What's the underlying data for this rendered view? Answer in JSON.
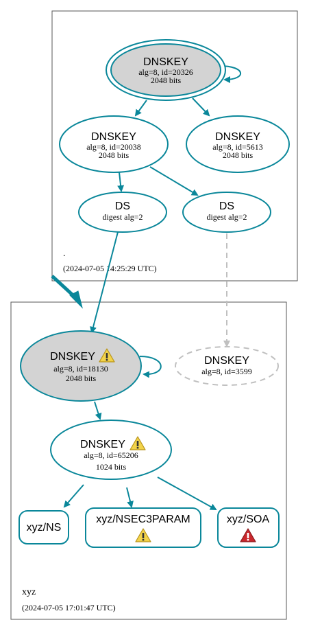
{
  "root_zone": {
    "name": ".",
    "timestamp": "(2024-07-05 14:25:29 UTC)"
  },
  "xyz_zone": {
    "name": "xyz",
    "timestamp": "(2024-07-05 17:01:47 UTC)"
  },
  "nodes": {
    "root_ksk": {
      "title": "DNSKEY",
      "line1": "alg=8, id=20326",
      "line2": "2048 bits"
    },
    "root_zsk1": {
      "title": "DNSKEY",
      "line1": "alg=8, id=20038",
      "line2": "2048 bits"
    },
    "root_zsk2": {
      "title": "DNSKEY",
      "line1": "alg=8, id=5613",
      "line2": "2048 bits"
    },
    "ds1": {
      "title": "DS",
      "line1": "digest alg=2"
    },
    "ds2": {
      "title": "DS",
      "line1": "digest alg=2"
    },
    "xyz_ksk": {
      "title": "DNSKEY",
      "line1": "alg=8, id=18130",
      "line2": "2048 bits"
    },
    "xyz_missing": {
      "title": "DNSKEY",
      "line1": "alg=8, id=3599"
    },
    "xyz_zsk": {
      "title": "DNSKEY",
      "line1": "alg=8, id=65206",
      "line2": "1024 bits"
    },
    "ns": {
      "title": "xyz/NS"
    },
    "nsec3param": {
      "title": "xyz/NSEC3PARAM"
    },
    "soa": {
      "title": "xyz/SOA"
    }
  },
  "colors": {
    "edge": "#0a879a",
    "ksk_fill": "#d3d3d3",
    "missing_edge": "#c0c0c0",
    "warning_fill": "#f2d34a",
    "error_fill": "#c9282d"
  },
  "icons": {
    "warning": "warning-icon",
    "error": "error-icon"
  }
}
